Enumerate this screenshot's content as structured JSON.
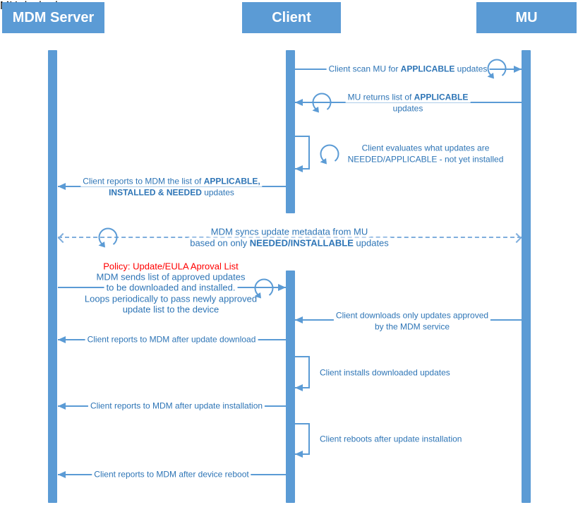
{
  "diagram": {
    "type": "sequence",
    "actors": {
      "mdm": "MDM Server",
      "client": "Client",
      "mu": "MU"
    },
    "colors": {
      "accent": "#5B9BD5",
      "message_text": "#2E75B6",
      "policy_text": "#FF0000"
    },
    "messages": {
      "m1": {
        "from": "Client",
        "to": "MU",
        "pre": "Client scan MU for ",
        "bold": "APPLICABLE",
        "post": " updates"
      },
      "m2": {
        "from": "MU",
        "to": "Client",
        "l1pre": "MU returns list of ",
        "l1bold": "APPLICABLE",
        "l2": "updates"
      },
      "m3": {
        "self": "Client",
        "l1": "Client evaluates what updates are",
        "l2": "NEEDED/APPLICABLE - not yet installed"
      },
      "m4": {
        "from": "Client",
        "to": "MDM Server",
        "l1pre": "Client reports to MDM the list of ",
        "l1bold": "APPLICABLE,",
        "l2bold": "INSTALLED & NEEDED",
        "l2post": " updates"
      },
      "m5": {
        "from": "MDM Server",
        "to": "MU",
        "style": "dashed-bidirectional",
        "l1": "MDM syncs update metadata from MU",
        "l2pre": "based on only ",
        "l2bold": "NEEDED/INSTALLABLE",
        "l2post": " updates"
      },
      "m6": {
        "from": "MDM Server",
        "to": "Client",
        "policy": "Policy: Update/EULA Aproval List",
        "l1": "MDM sends list of approved updates",
        "l2": "to be downloaded and installed.",
        "l3": "Loops periodically to pass newly approved",
        "l4": "update list to the device"
      },
      "m7": {
        "from": "MU",
        "to": "Client",
        "l1": "Client downloads only updates approved",
        "l2": "by the MDM service"
      },
      "m8": {
        "from": "Client",
        "to": "MDM Server",
        "text": "Client reports to MDM after update download"
      },
      "m9": {
        "self": "Client",
        "text": "Client installs downloaded updates"
      },
      "m10": {
        "from": "Client",
        "to": "MDM Server",
        "text": "Client reports to MDM after update installation"
      },
      "m11": {
        "self": "Client",
        "text": "Client reboots after update installation"
      },
      "m12": {
        "from": "Client",
        "to": "MDM Server",
        "text": "Client reports to MDM after device reboot"
      }
    }
  }
}
